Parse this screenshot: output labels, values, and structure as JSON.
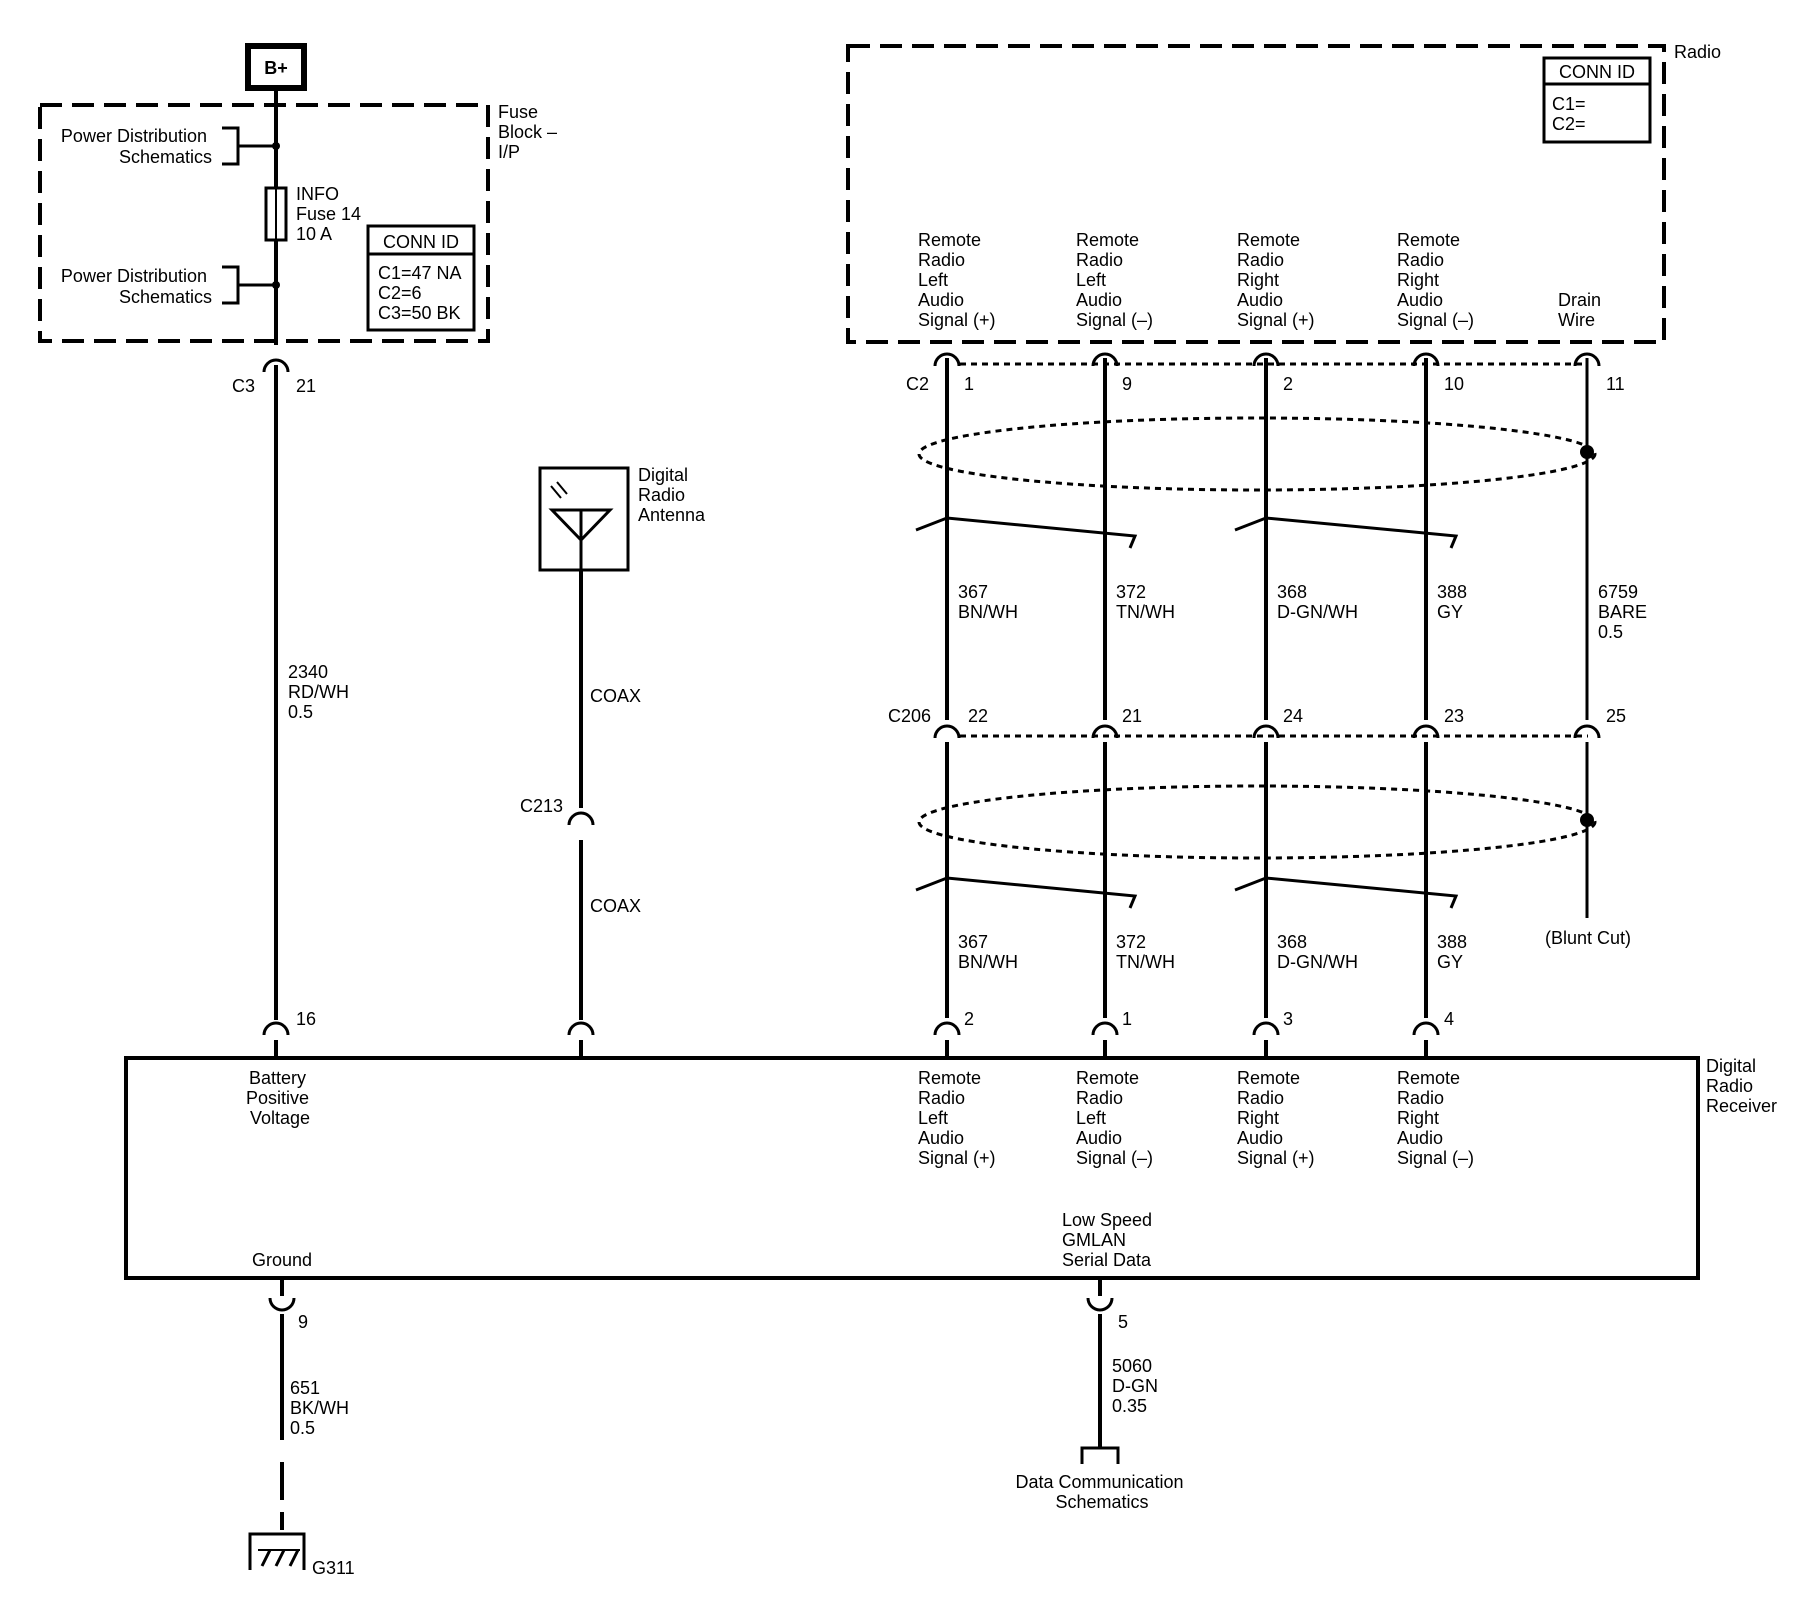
{
  "bplus": {
    "label": "B+"
  },
  "fuse_block": {
    "title": [
      "Fuse",
      "Block –",
      "I/P"
    ],
    "pd_top": [
      "Power Distribution",
      "Schematics"
    ],
    "pd_bottom": [
      "Power Distribution",
      "Schematics"
    ],
    "fuse": [
      "INFO",
      "Fuse 14",
      "10 A"
    ],
    "conn_id": {
      "header": "CONN ID",
      "lines": [
        "C1=47 NA",
        "C2=6",
        "C3=50 BK"
      ]
    },
    "connector": "C3",
    "pin": "21"
  },
  "power_wire": [
    "2340",
    "RD/WH",
    "0.5"
  ],
  "radio": {
    "title": "Radio",
    "conn_id": {
      "header": "CONN ID",
      "lines": [
        "C1=",
        "C2="
      ]
    },
    "signals": [
      [
        "Remote",
        "Radio",
        "Left",
        "Audio",
        "Signal (+)"
      ],
      [
        "Remote",
        "Radio",
        "Left",
        "Audio",
        "Signal (–)"
      ],
      [
        "Remote",
        "Radio",
        "Right",
        "Audio",
        "Signal (+)"
      ],
      [
        "Remote",
        "Radio",
        "Right",
        "Audio",
        "Signal (–)"
      ],
      [
        "Drain",
        "Wire"
      ]
    ],
    "connector": "C2",
    "pins": [
      "1",
      "9",
      "2",
      "10",
      "11"
    ]
  },
  "wires_upper": [
    [
      "367",
      "BN/WH"
    ],
    [
      "372",
      "TN/WH"
    ],
    [
      "368",
      "D-GN/WH"
    ],
    [
      "388",
      "GY"
    ],
    [
      "6759",
      "BARE",
      "0.5"
    ]
  ],
  "c206": {
    "label": "C206",
    "pins": [
      "22",
      "21",
      "24",
      "23",
      "25"
    ]
  },
  "wires_lower": [
    [
      "367",
      "BN/WH"
    ],
    [
      "372",
      "TN/WH"
    ],
    [
      "368",
      "D-GN/WH"
    ],
    [
      "388",
      "GY"
    ]
  ],
  "blunt_cut": "(Blunt Cut)",
  "antenna": {
    "label": [
      "Digital",
      "Radio",
      "Antenna"
    ],
    "coax_top": "COAX",
    "connector": "C213",
    "coax_bottom": "COAX"
  },
  "receiver": {
    "title": [
      "Digital",
      "Radio",
      "Receiver"
    ],
    "battery_pin": "16",
    "battery_label": [
      "Battery",
      "Positive",
      "Voltage"
    ],
    "signal_pins": [
      "2",
      "1",
      "3",
      "4"
    ],
    "signals": [
      [
        "Remote",
        "Radio",
        "Left",
        "Audio",
        "Signal (+)"
      ],
      [
        "Remote",
        "Radio",
        "Left",
        "Audio",
        "Signal (–)"
      ],
      [
        "Remote",
        "Radio",
        "Right",
        "Audio",
        "Signal (+)"
      ],
      [
        "Remote",
        "Radio",
        "Right",
        "Audio",
        "Signal (–)"
      ]
    ],
    "ground_label": "Ground",
    "data_label": [
      "Low Speed",
      "GMLAN",
      "Serial Data"
    ]
  },
  "ground": {
    "pin": "9",
    "wire": [
      "651",
      "BK/WH",
      "0.5"
    ],
    "ground_id": "G311"
  },
  "data": {
    "pin": "5",
    "wire": [
      "5060",
      "D-GN",
      "0.35"
    ],
    "label": [
      "Data Communication",
      "Schematics"
    ]
  }
}
